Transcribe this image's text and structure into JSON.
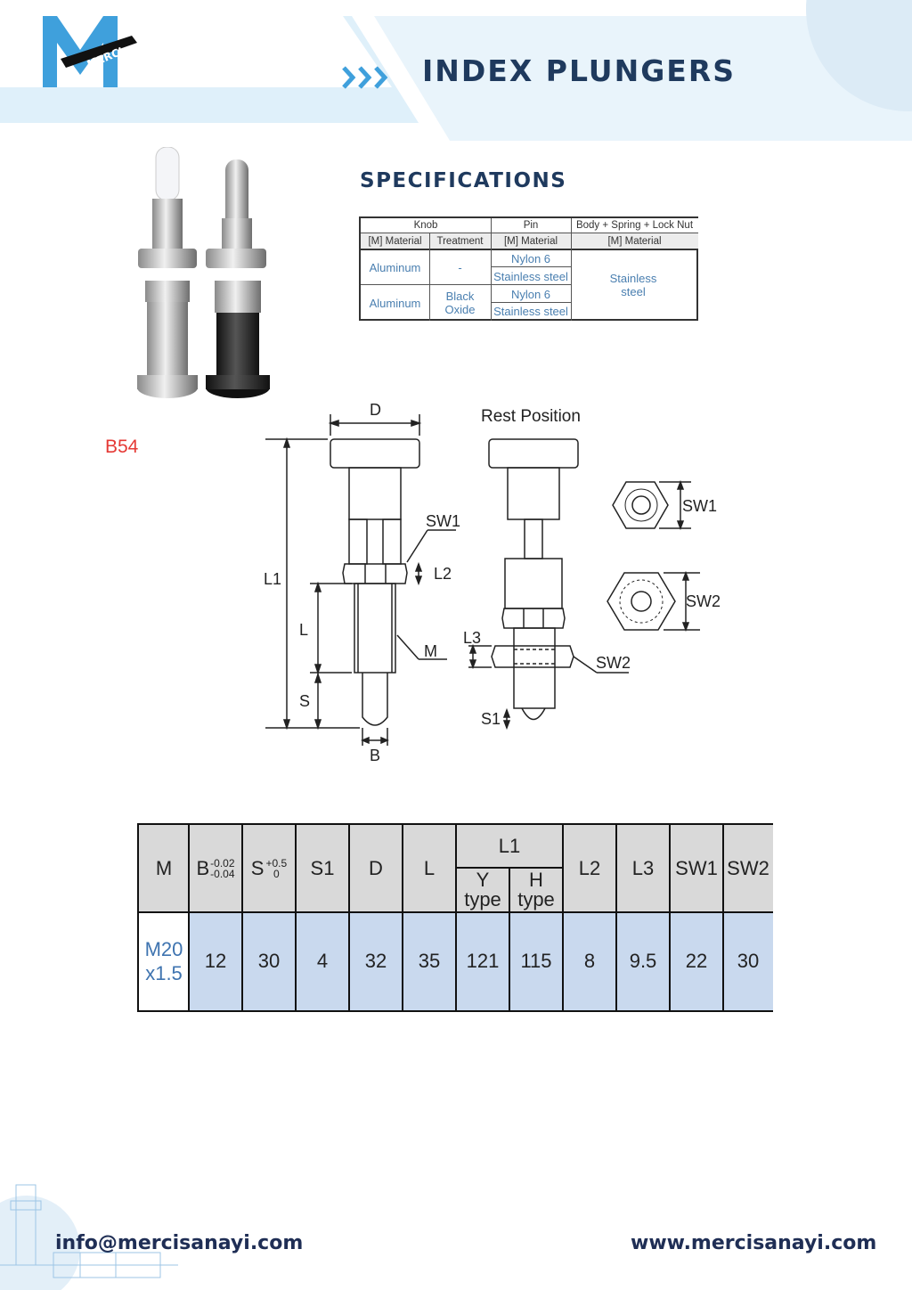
{
  "header": {
    "title": "INDEX PLUNGERS",
    "logo_text": "MERCI"
  },
  "specifications": {
    "title": "SPECIFICATIONS",
    "headers": {
      "knob": "Knob",
      "pin": "Pin",
      "body": "Body + Spring + Lock Nut",
      "knob_material": "[M] Material",
      "knob_treatment": "Treatment",
      "pin_material": "[M] Material",
      "body_material": "[M] Material"
    },
    "rows": [
      {
        "knob_material": "Aluminum",
        "treatment": "-",
        "pins": [
          "Nylon 6",
          "Stainless steel"
        ]
      },
      {
        "knob_material": "Aluminum",
        "treatment": "Black Oxide",
        "pins": [
          "Nylon 6",
          "Stainless steel"
        ]
      }
    ],
    "body_material": "Stainless steel"
  },
  "model": "B54",
  "drawing": {
    "labels": {
      "D": "D",
      "rest": "Rest Position",
      "SW1": "SW1",
      "L2": "L2",
      "L1": "L1",
      "L": "L",
      "M": "M",
      "S": "S",
      "B": "B",
      "L3": "L3",
      "SW2": "SW2",
      "S1": "S1"
    }
  },
  "dimensions": {
    "headers": {
      "M": "M",
      "B": "B",
      "B_tol_upper": "-0.02",
      "B_tol_lower": "-0.04",
      "S": "S",
      "S_tol_upper": "+0.5",
      "S_tol_lower": "0",
      "S1": "S1",
      "D": "D",
      "L": "L",
      "L1": "L1",
      "Y_type": "Y type",
      "H_type": "H type",
      "L2": "L2",
      "L3": "L3",
      "SW1": "SW1",
      "SW2": "SW2"
    },
    "row": {
      "M": "M20 x1.5",
      "B": "12",
      "S": "30",
      "S1": "4",
      "D": "32",
      "L": "35",
      "Y": "121",
      "H": "115",
      "L2": "8",
      "L3": "9.5",
      "SW1": "22",
      "SW2": "30"
    }
  },
  "footer": {
    "email": "info@mercisanayi.com",
    "website": "www.mercisanayi.com"
  },
  "colors": {
    "brand_navy": "#1f3a5e",
    "light_blue": "#e8f3fb",
    "table_header": "#d9d9d9",
    "table_body": "#c9d9ee",
    "model_red": "#e53935"
  }
}
